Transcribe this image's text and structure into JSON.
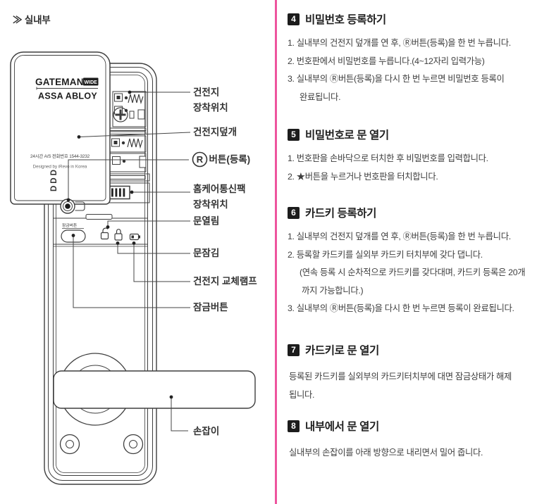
{
  "page": {
    "header": "≫ 실내부"
  },
  "colors": {
    "divider_pink": "#ee549e",
    "badge_black": "#1c1c1c",
    "diagram_line": "#3f3f3f"
  },
  "diagram": {
    "cover": {
      "brand": "GATEMAN",
      "brand_badge": "WIDE",
      "brand_sub": "ASSA ABLOY",
      "service": "24시간 A/S 전화번호 1544-3232",
      "designed": "Designed by iRevo in Korea",
      "side_text": "DDD"
    },
    "panel": {
      "lock_button_small_label": "잠금버튼",
      "r_letter": "R"
    },
    "labels": {
      "battery_pos_1": "건전지",
      "battery_pos_2": "장착위치",
      "battery_cover": "건전지덮개",
      "r_symbol": "R",
      "r_button": "버튼(등록)",
      "homecare_1": "홈케어통신팩",
      "homecare_2": "장착위치",
      "door_open": "문열림",
      "door_lock": "문잠김",
      "battery_lamp": "건전지 교체램프",
      "lock_button": "잠금버튼",
      "handle": "손잡이"
    }
  },
  "sections": [
    {
      "number": "4",
      "title": "비밀번호 등록하기",
      "items": [
        "1. 실내부의 건전지 덮개를 연 후, Ⓡ버튼(등록)을 한 번 누릅니다.",
        "2. 번호판에서 비밀번호를 누릅니다.(4~12자리 입력가능)",
        "3. 실내부의 Ⓡ버튼(등록)을 다시 한 번 누르면 비밀번호 등록이\n완료됩니다."
      ]
    },
    {
      "number": "5",
      "title": "비밀번호로 문 열기",
      "items": [
        "1. 번호판을 손바닥으로 터치한 후 비밀번호를 입력합니다.",
        "2. ★버튼을 누르거나 번호판을 터치합니다."
      ]
    },
    {
      "number": "6",
      "title": "카드키 등록하기",
      "items": [
        "1. 실내부의 건전지 덮개를 연 후, Ⓡ버튼(등록)을 한 번 누릅니다.",
        "2. 등록할 카드키를 실외부 카드키 터치부에 갖다 댑니다.\n(연속 등록 시 순차적으로 카드키를 갖다대며, 카드키 등록은 20개\n 까지 가능합니다.)",
        "3. 실내부의 Ⓡ버튼(등록)을 다시 한 번 누르면 등록이 완료됩니다."
      ]
    },
    {
      "number": "7",
      "title": "카드키로 문 열기",
      "paragraph": "등록된 카드키를 실외부의 카드키터치부에 대면 잠금상태가 해제\n됩니다."
    },
    {
      "number": "8",
      "title": "내부에서 문 열기",
      "paragraph": "실내부의 손잡이를 아래 방향으로 내리면서 밀어 줍니다."
    }
  ]
}
